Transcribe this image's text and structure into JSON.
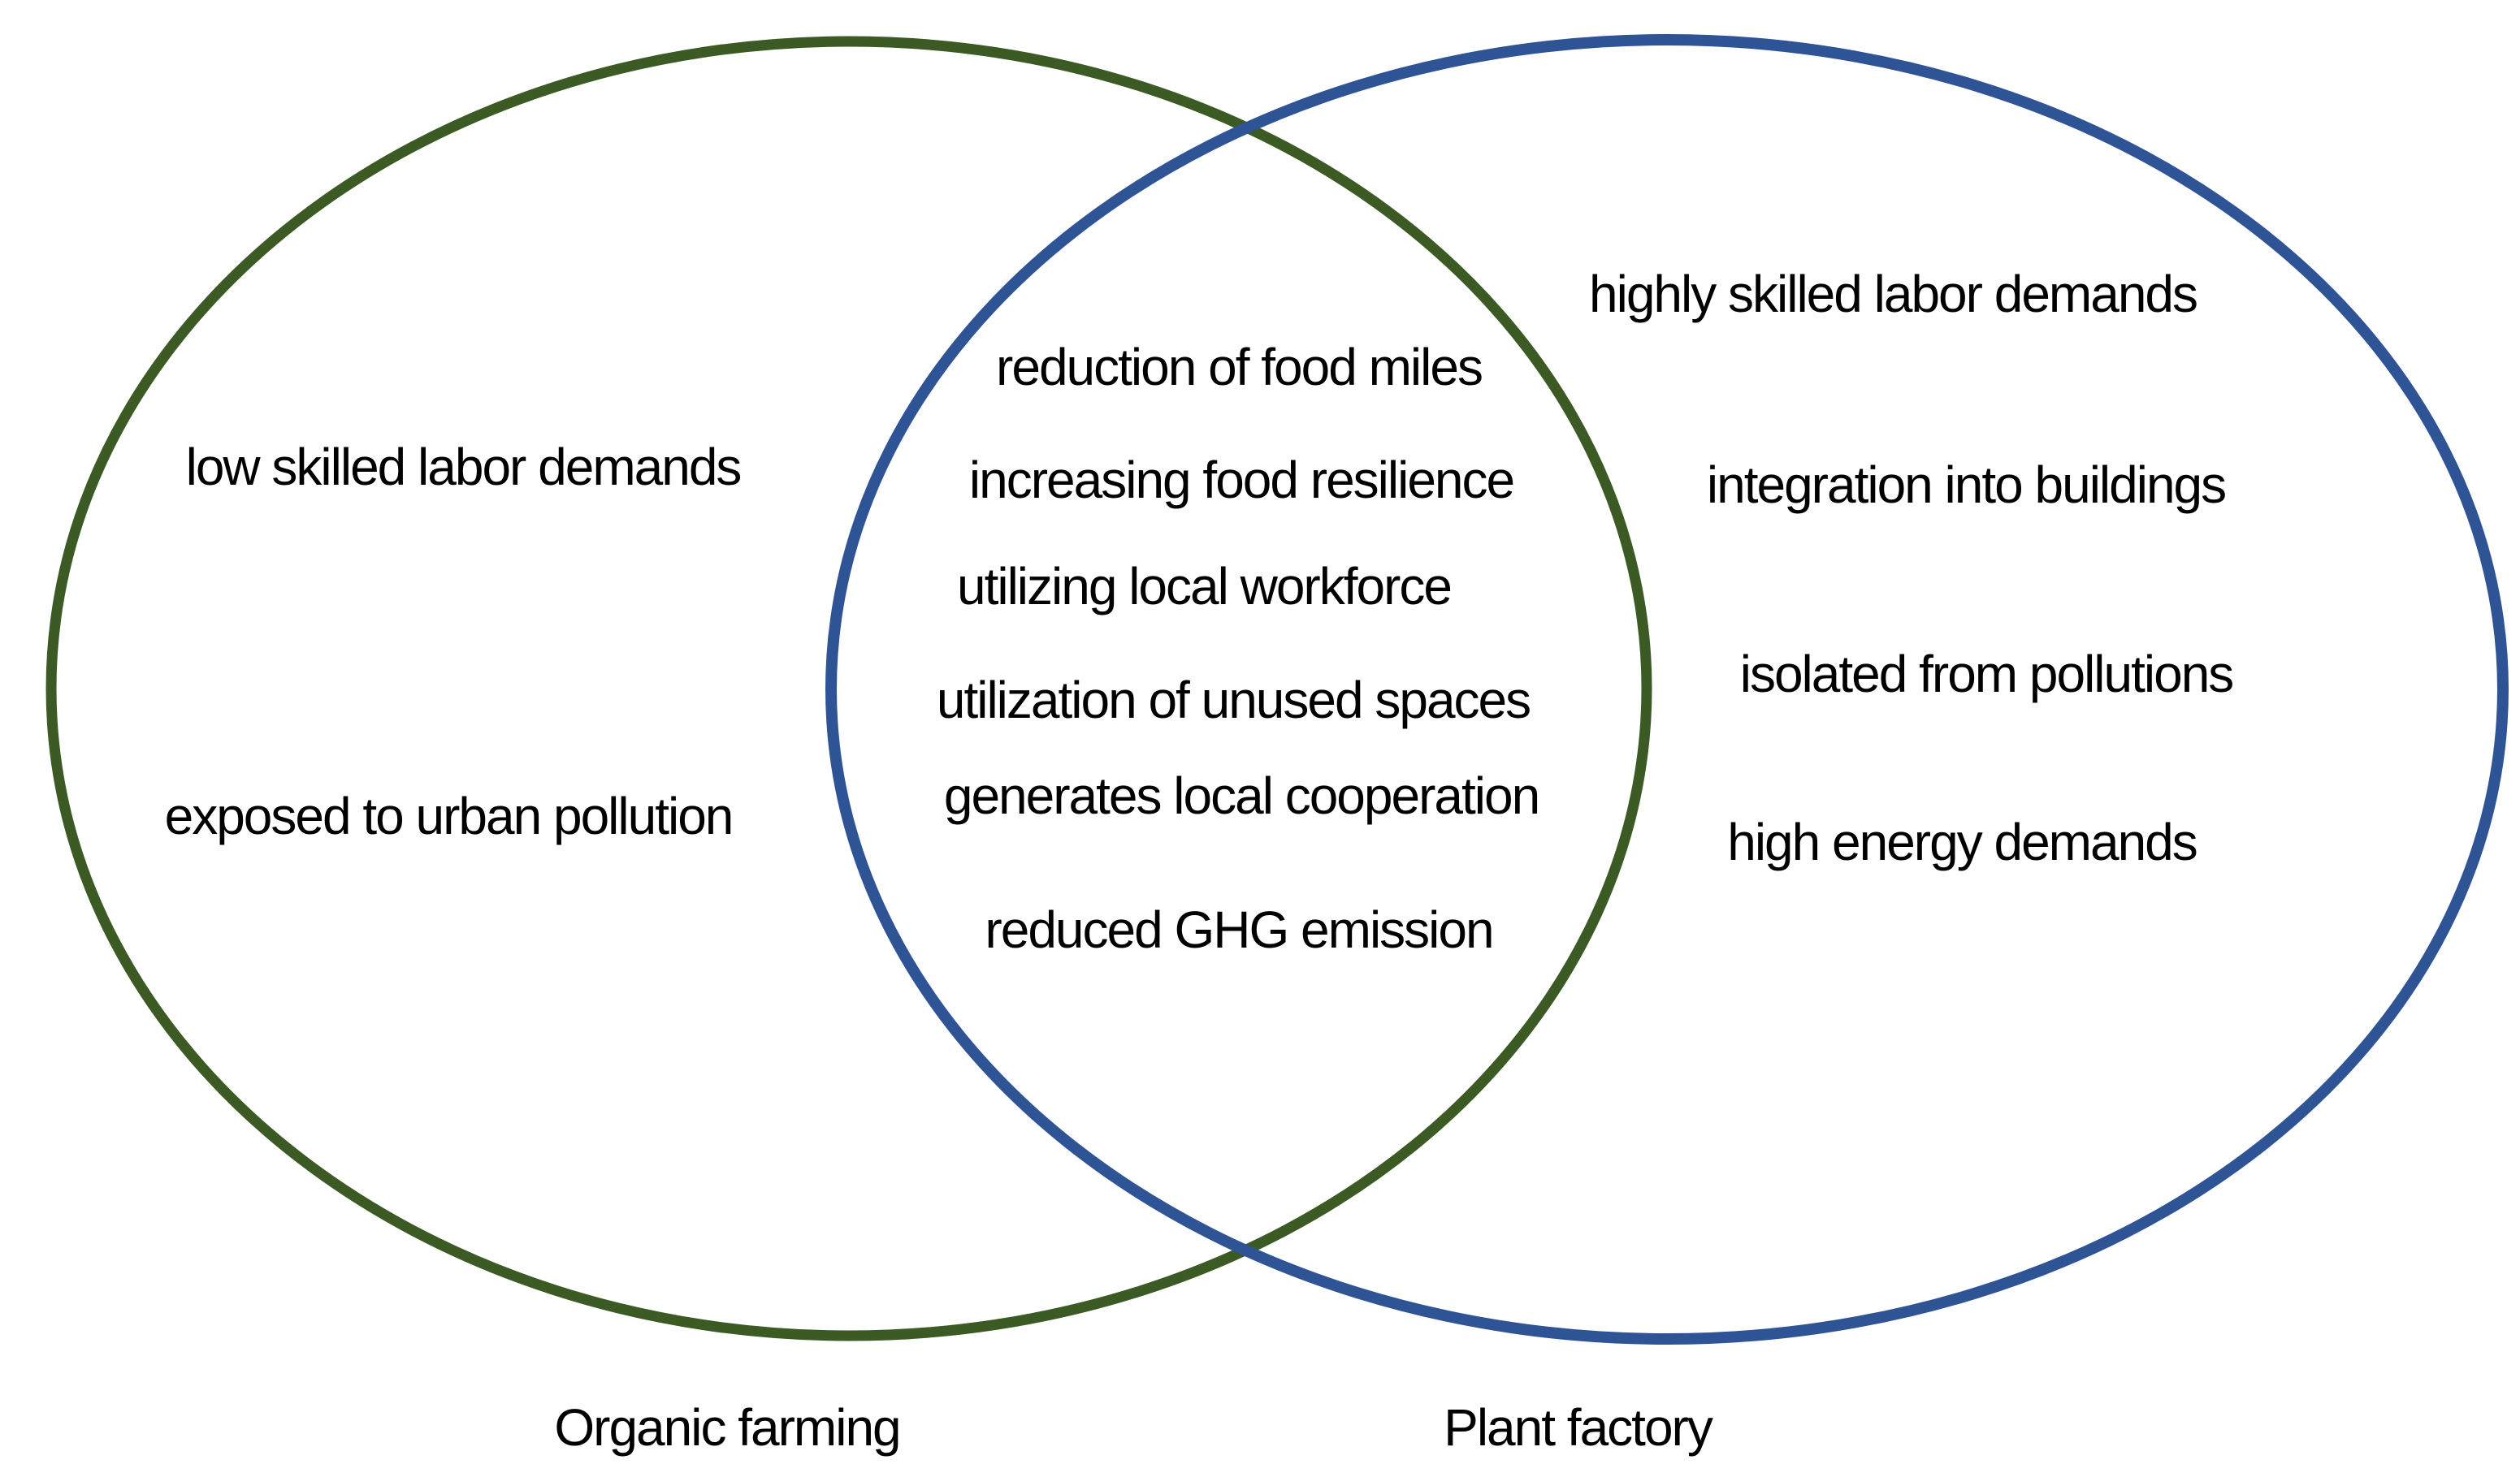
{
  "diagram": {
    "type": "venn",
    "background_color": "#ffffff",
    "text_color": "#000000",
    "left_set": {
      "label": "Organic farming",
      "outline_color": "#3C5A23",
      "items": [
        "low skilled labor demands",
        "exposed to urban pollution"
      ]
    },
    "right_set": {
      "label": "Plant factory",
      "outline_color": "#2F5496",
      "items": [
        "highly skilled labor demands",
        "integration into buildings",
        "isolated from pollutions",
        "high energy demands"
      ]
    },
    "intersection": {
      "items": [
        "reduction of food miles",
        "increasing food resilience",
        "utilizing local workforce",
        "utilization of unused spaces",
        "generates local cooperation",
        "reduced GHG emission"
      ]
    }
  }
}
